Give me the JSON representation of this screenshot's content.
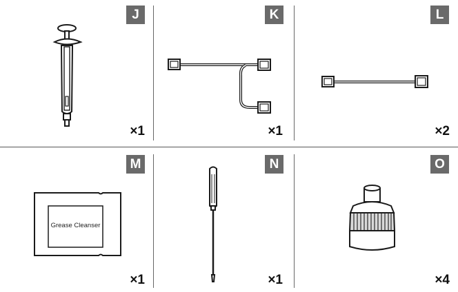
{
  "parts": [
    {
      "badge": "J",
      "qty": "×1",
      "item": "syringe-icon"
    },
    {
      "badge": "K",
      "qty": "×1",
      "item": "y-splitter-cable-icon"
    },
    {
      "badge": "L",
      "qty": "×2",
      "item": "extension-cable-icon"
    },
    {
      "badge": "M",
      "qty": "×1",
      "item": "grease-cleanser-pad-icon",
      "label": "Grease Cleanser"
    },
    {
      "badge": "N",
      "qty": "×1",
      "item": "screwdriver-icon"
    },
    {
      "badge": "O",
      "qty": "×4",
      "item": "standoff-nut-icon"
    }
  ],
  "colors": {
    "badge_bg": "#6a6a6a",
    "badge_text": "#ffffff",
    "line": "#1a1a1a",
    "gray": "#d9d9d9"
  }
}
